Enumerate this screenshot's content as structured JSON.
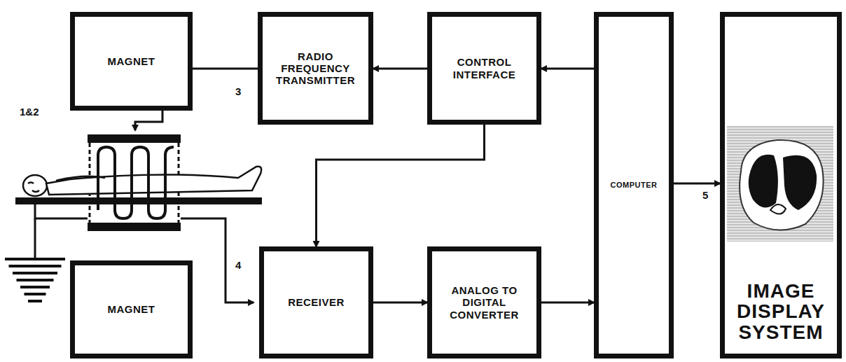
{
  "diagram": {
    "nodes": [
      {
        "text": [
          "MAGNET"
        ]
      },
      {
        "text": [
          "RADIO FREQUENCY TRANSMITTER"
        ]
      },
      {
        "text": [
          "CONTROL INTERFACE"
        ]
      },
      {
        "text": [
          "COMPUTER"
        ]
      },
      {
        "text": [
          "IMAGE DISPLAY SYSTEM"
        ]
      },
      {
        "text": [
          "MAGNET"
        ]
      },
      {
        "text": [
          "RECEIVER"
        ]
      },
      {
        "text": [
          "ANALOG TO DIGITAL CONVERTER"
        ]
      }
    ],
    "edges": [
      {
        "from": 3,
        "to": 2,
        "arrow": "to"
      },
      {
        "from": 2,
        "to": 1,
        "arrow": "to"
      },
      {
        "from": 2,
        "to": 6,
        "arrow": "to"
      },
      {
        "from": 6,
        "to": 7,
        "arrow": "to"
      },
      {
        "from": 7,
        "to": 3,
        "arrow": "to"
      },
      {
        "from": 3,
        "to": 4,
        "label": "5",
        "arrow": "to"
      }
    ],
    "labels": [
      "1&2",
      "3",
      "4"
    ]
  }
}
